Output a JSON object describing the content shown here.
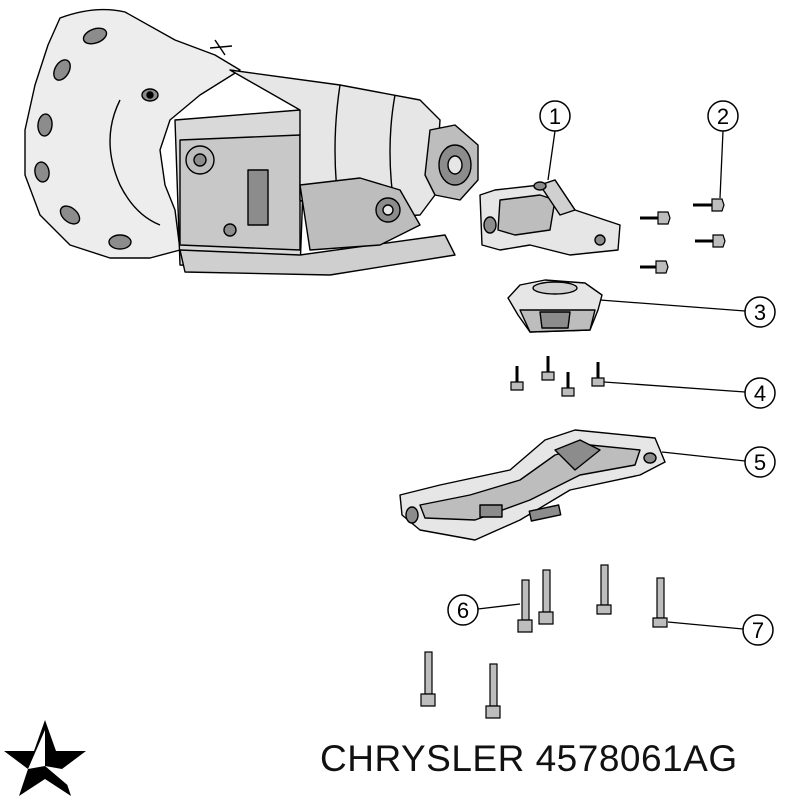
{
  "callouts": [
    "1",
    "2",
    "3",
    "4",
    "5",
    "6",
    "7"
  ],
  "footer": {
    "brand": "CHRYSLER",
    "part_number": "4578061AG"
  },
  "icons": {
    "logo": "chrysler-pentastar-logo"
  },
  "colors": {
    "line": "#000000",
    "background": "#ffffff",
    "shade_light": "#e6e6e6",
    "shade_mid": "#bdbdbd",
    "shade_dark": "#8c8c8c"
  }
}
